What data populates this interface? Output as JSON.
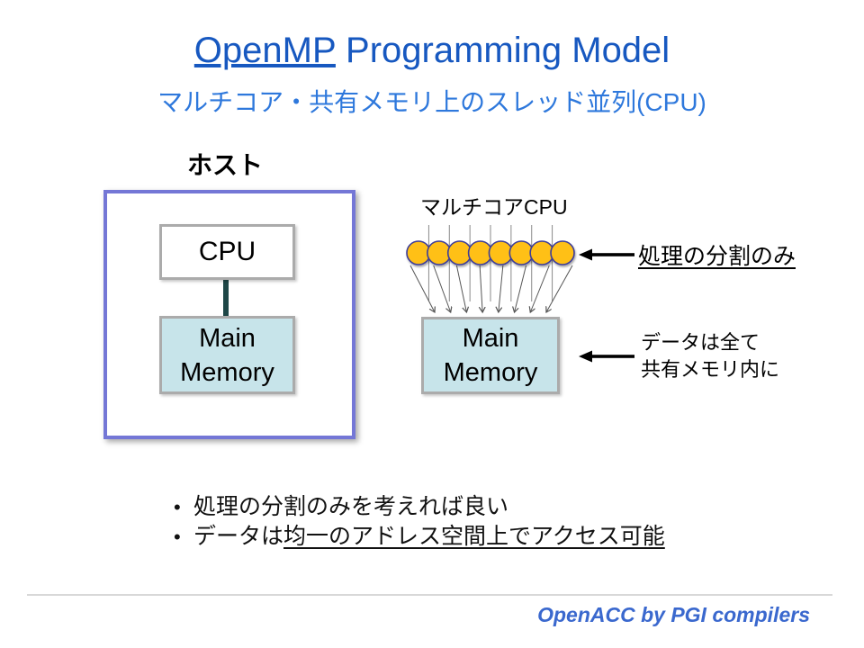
{
  "slide": {
    "title_link": "OpenMP",
    "title_rest": " Programming Model",
    "subtitle": "マルチコア・共有メモリ上のスレッド並列(CPU)",
    "bullet_char": "•",
    "host": {
      "label": "ホスト",
      "cpu": "CPU",
      "memory": "Main Memory"
    },
    "multicore": {
      "label": "マルチコアCPU",
      "memory": "Main Memory",
      "core_count": 8
    },
    "annotations": {
      "split": "処理の分割のみ",
      "data_line1": "データは全て",
      "data_line2": "共有メモリ内に"
    },
    "bullets": [
      {
        "pre": "処理の分割のみを考えれば良い",
        "underline": ""
      },
      {
        "pre": "データは",
        "underline": "均一のアドレス空間上でアクセス可能"
      }
    ],
    "footer": "OpenACC by PGI compilers",
    "colors": {
      "title": "#1758C0",
      "subtitle": "#2E78DC",
      "footer": "#3A68CE",
      "host_border": "#7477D6",
      "memory_fill": "#C7E4EA",
      "memory_border": "#ABABAB",
      "core_fill": "#FFC012",
      "core_stroke": "#3C3C99",
      "connector": "#1E4747",
      "thread_line": "#8A8A8A",
      "fan_arrow": "#555555"
    }
  }
}
